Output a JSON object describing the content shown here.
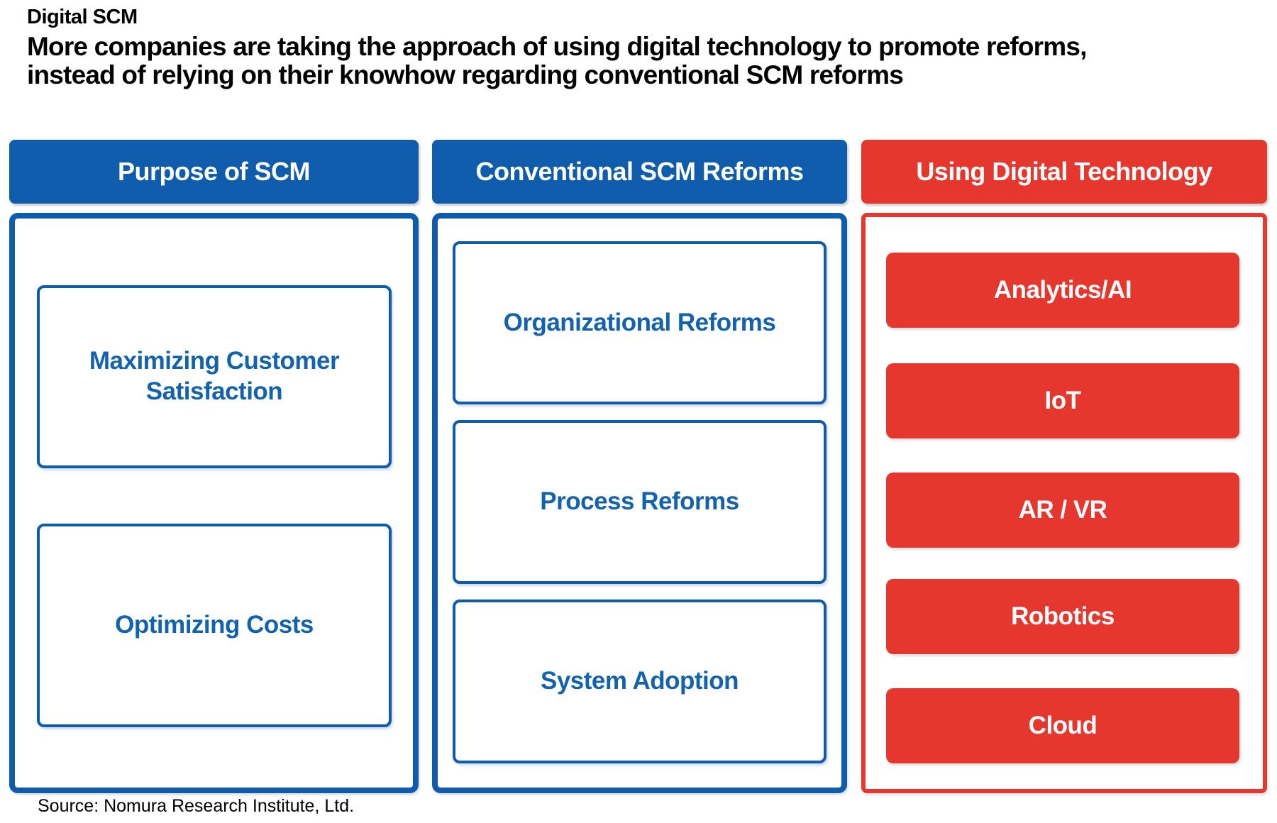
{
  "page": {
    "kicker": "Digital SCM",
    "heading": "More companies are taking the approach of using digital technology to promote reforms, instead of relying on their knowhow regarding conventional SCM reforms",
    "source": "Source: Nomura Research Institute, Ltd."
  },
  "colors": {
    "blue": "#0e5cab",
    "blue_text": "#1262ae",
    "red": "#e6372f",
    "white": "#ffffff"
  },
  "columns": [
    {
      "header": "Purpose of SCM",
      "style": "blue-outline-boxes",
      "items": [
        "Maximizing Customer Satisfaction",
        "Optimizing Costs"
      ]
    },
    {
      "header": "Conventional SCM Reforms",
      "style": "blue-outline-boxes",
      "items": [
        "Organizational Reforms",
        "Process Reforms",
        "System Adoption"
      ]
    },
    {
      "header": "Using Digital Technology",
      "style": "red-filled-buttons",
      "items": [
        "Analytics/AI",
        "IoT",
        "AR / VR",
        "Robotics",
        "Cloud"
      ]
    }
  ]
}
